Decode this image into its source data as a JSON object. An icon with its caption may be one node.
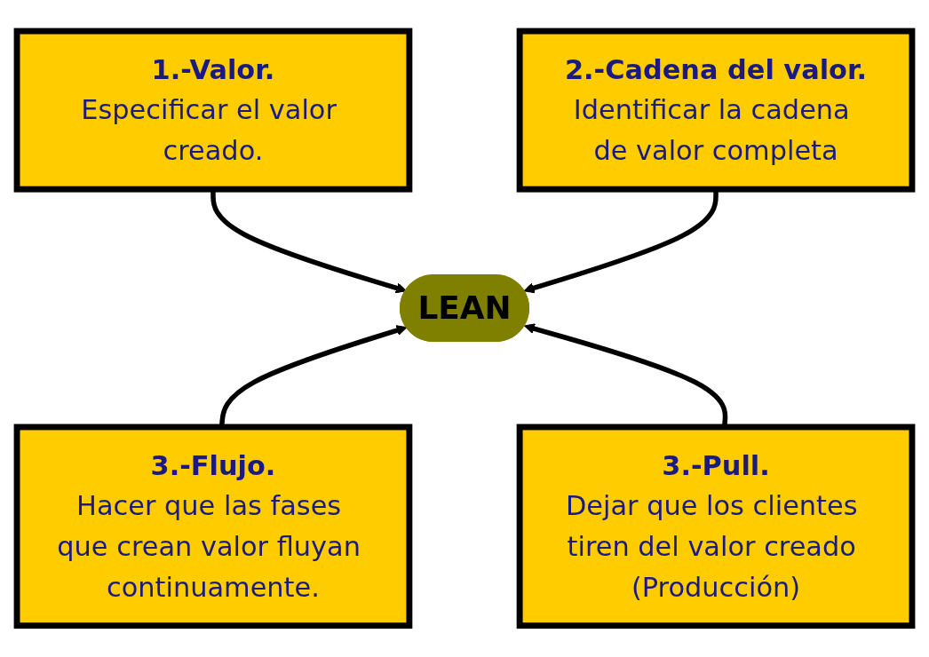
{
  "diagram": {
    "nodes": [
      {
        "text": [
          "1.-Valor.",
          "Especificar el valor creado."
        ]
      },
      {
        "text": [
          "2.-Cadena del valor.",
          "Identificar la cadena de valor completa"
        ]
      },
      {
        "text": [
          "LEAN"
        ]
      },
      {
        "text": [
          "3.-Flujo.",
          "Hacer que las fases que crean valor fluyan continuamente."
        ]
      },
      {
        "text": [
          "3.-Pull.",
          "Dejar que los clientes tiren del valor creado (Producción)"
        ]
      }
    ],
    "edges": [
      {
        "from": 0,
        "to": 2,
        "arrow": "to"
      },
      {
        "from": 1,
        "to": 2,
        "arrow": "to"
      },
      {
        "from": 3,
        "to": 2,
        "arrow": "to"
      },
      {
        "from": 4,
        "to": 2,
        "arrow": "to"
      }
    ]
  }
}
